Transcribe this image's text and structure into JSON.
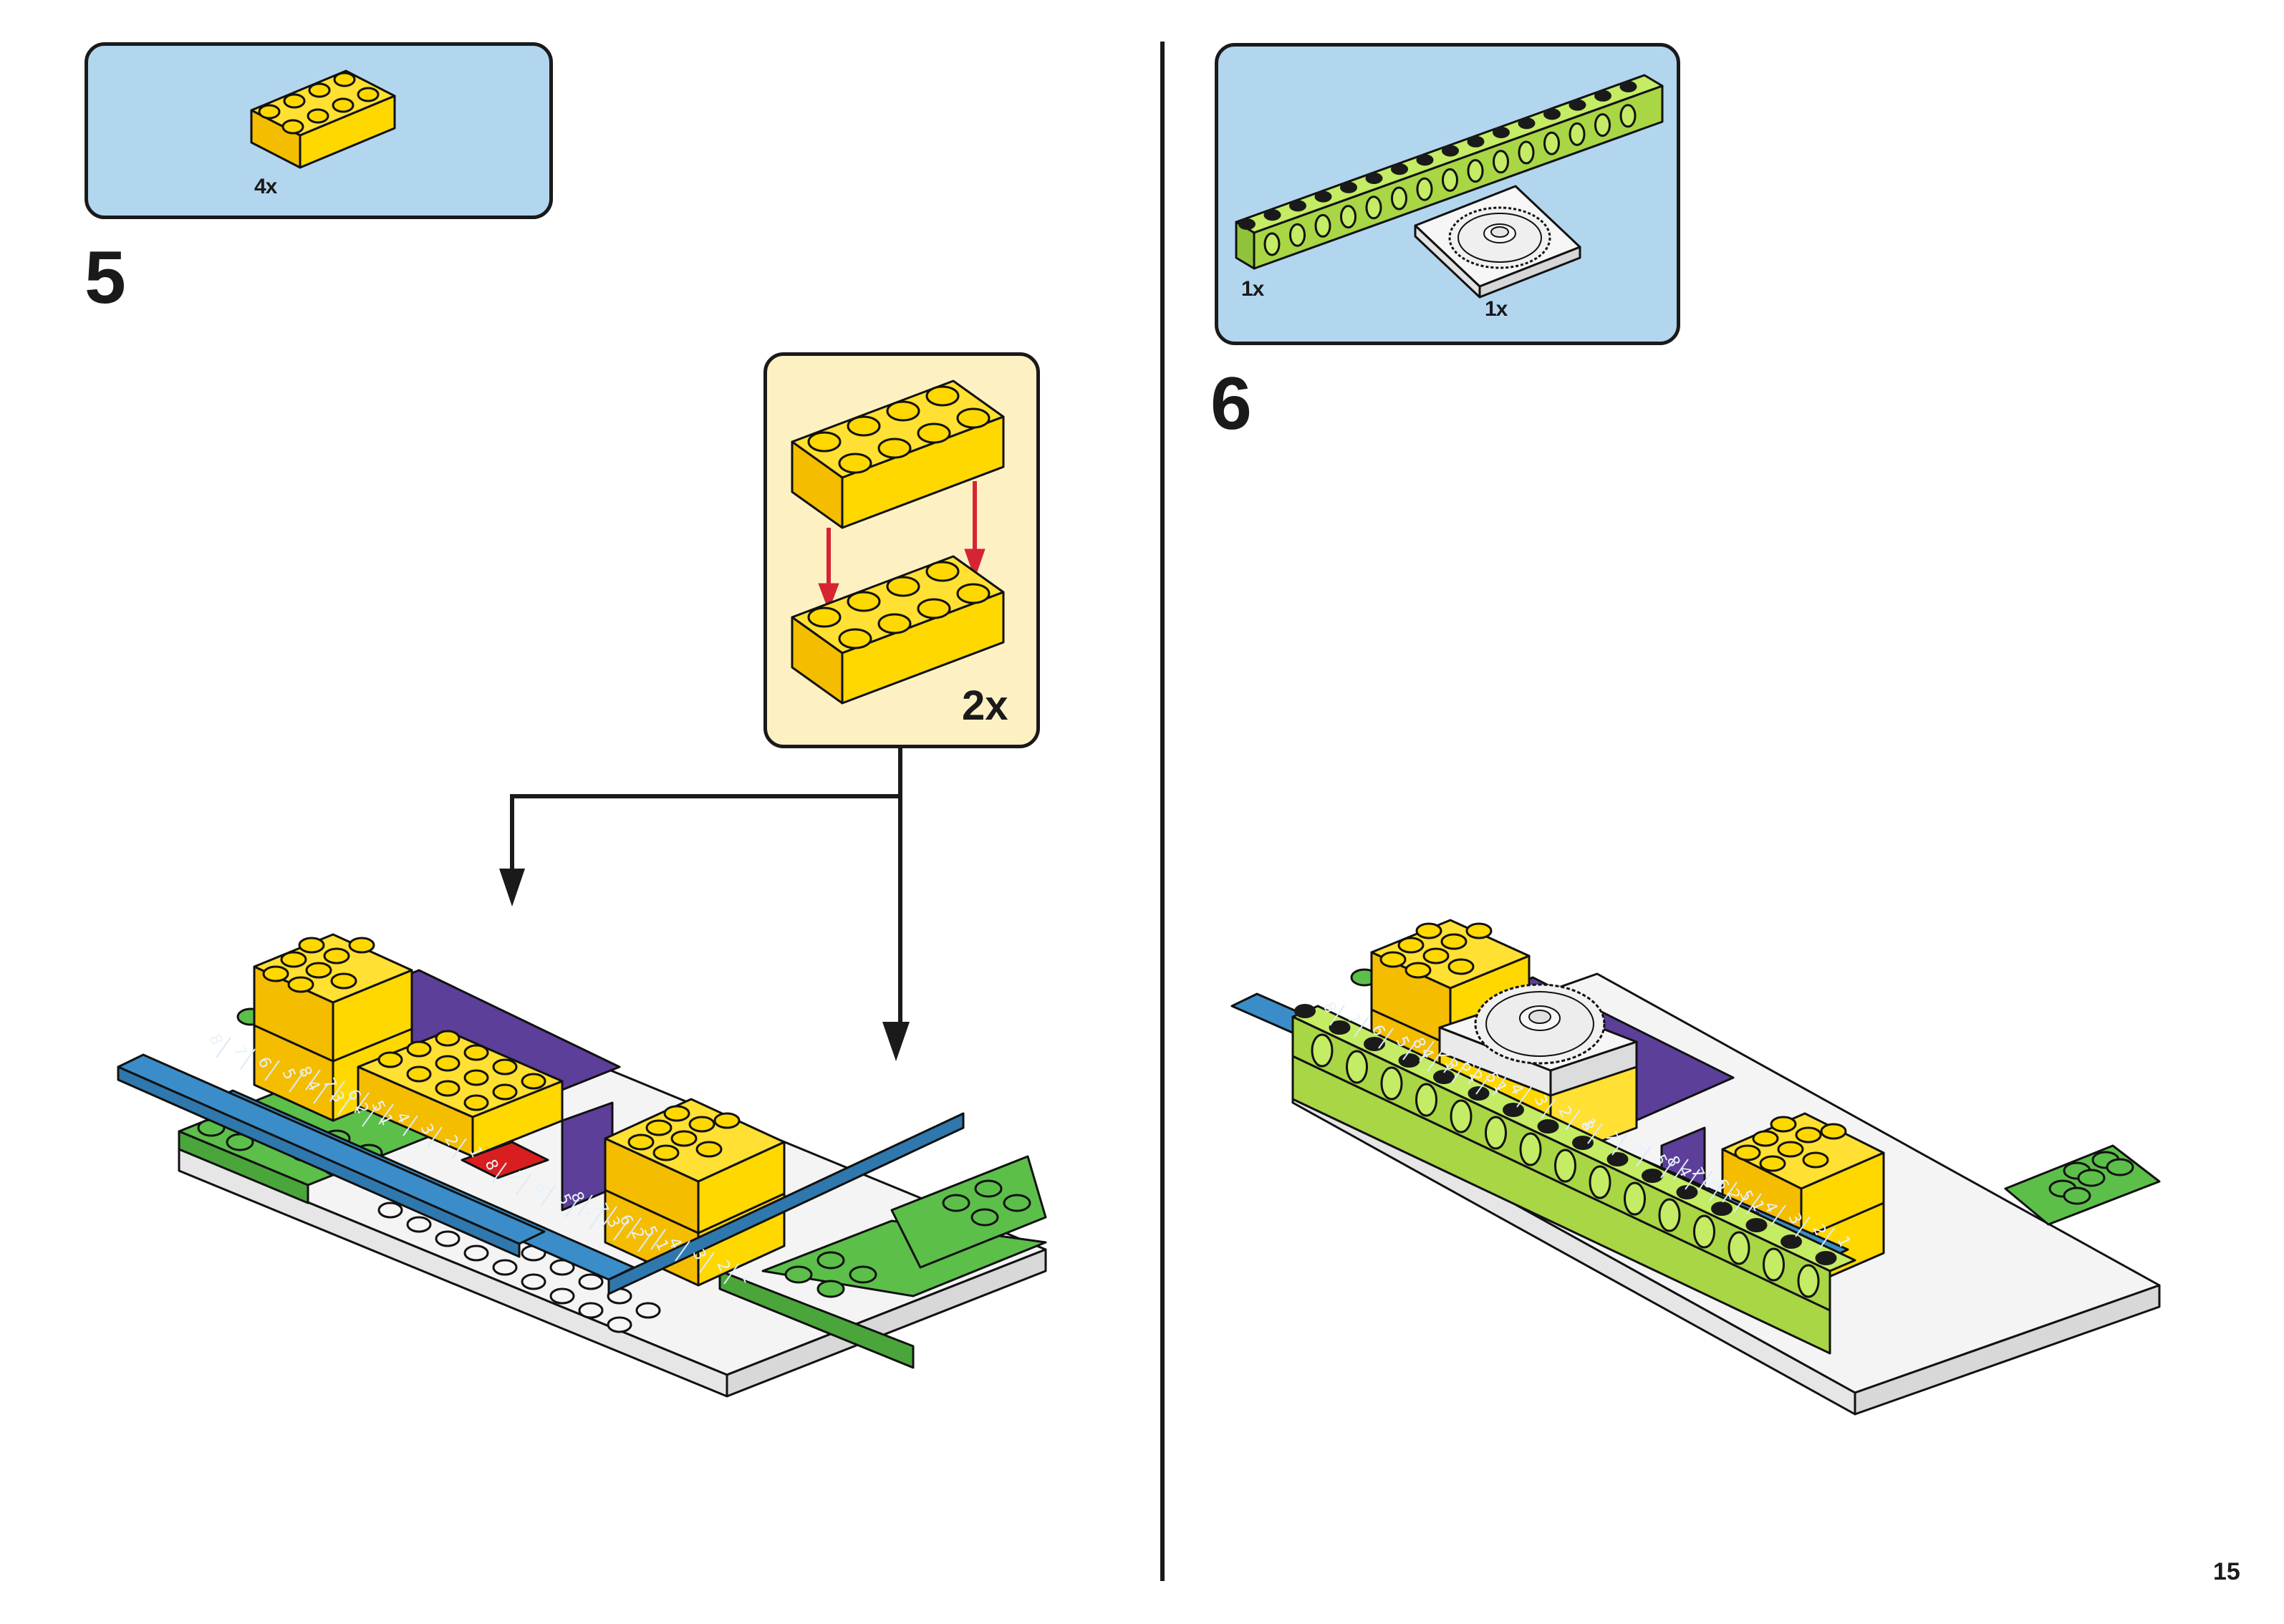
{
  "page_number": "15",
  "colors": {
    "parts_box_bg": "#b3d6ef",
    "subassembly_bg": "#fdf1c4",
    "yellow": "#ffd800",
    "yellow_shade": "#f4bd00",
    "green": "#5cbf4a",
    "lime": "#a8d645",
    "blue": "#3a8dc8",
    "purple": "#5c3f98",
    "red": "#d81e1e",
    "white_part": "#f2f2f2",
    "arrow_red": "#d62434",
    "line": "#1a1a1a"
  },
  "steps": [
    {
      "number": "5",
      "parts": [
        {
          "name": "yellow 2x4 brick",
          "icon": "brick-2x4-yellow-icon",
          "quantity": "4x"
        }
      ],
      "subassembly": {
        "quantity": "2x",
        "description": "stack two yellow 2x4 bricks",
        "arrow_color": "red"
      },
      "ruler_digits": [
        "8",
        "7",
        "6",
        "5",
        "4",
        "3",
        "2",
        "1"
      ]
    },
    {
      "number": "6",
      "parts": [
        {
          "name": "lime technic beam 1x16",
          "icon": "technic-beam-lime-icon",
          "quantity": "1x"
        },
        {
          "name": "white turntable plate",
          "icon": "turntable-white-icon",
          "quantity": "1x"
        }
      ],
      "ruler_digits": [
        "8",
        "7",
        "6",
        "5",
        "4",
        "3",
        "2",
        "1"
      ]
    }
  ]
}
